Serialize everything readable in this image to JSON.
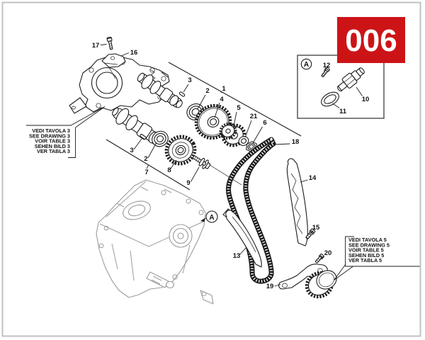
{
  "page": {
    "badge_number": "006",
    "colors": {
      "badge_bg": "#cc1417",
      "badge_text": "#ffffff",
      "border": "#c2c2c2",
      "ink": "#1c1c1c",
      "block_ink": "#9c9c9c"
    }
  },
  "markers": {
    "inset": "A",
    "view": "A"
  },
  "callout_table3": {
    "lines": [
      "VEDI TAVOLA 3",
      "SEE DRAWING 3",
      "VOIR TABLE 3",
      "SEHEN BILD 3",
      "VER TABLA 3"
    ]
  },
  "callout_table5": {
    "lines": [
      "VEDI TAVOLA 5",
      "SEE DRAWING 5",
      "VOIR TABLE 5",
      "SEHEN BILD 5",
      "VER TABLA 5"
    ]
  },
  "part_labels": {
    "p17": "17",
    "p16": "16",
    "p3_top": "3",
    "p2_top": "2",
    "p1": "1",
    "p4": "4",
    "p5": "5",
    "p21": "21",
    "p6": "6",
    "p18": "18",
    "p14": "14",
    "p3_bottom": "3",
    "p2_bottom": "2",
    "p7": "7",
    "p8": "8",
    "p9": "9",
    "p15": "15",
    "p13": "13",
    "p20": "20",
    "p19": "19",
    "p10": "10",
    "p11": "11",
    "p12": "12"
  }
}
